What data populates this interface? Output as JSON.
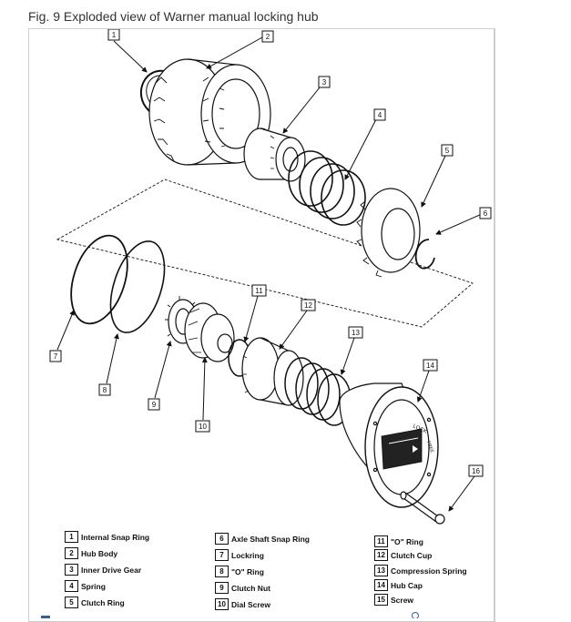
{
  "caption": "Fig. 9 Exploded view of Warner manual locking hub",
  "legend": [
    {
      "num": "1",
      "label": "Internal Snap Ring"
    },
    {
      "num": "2",
      "label": "Hub Body"
    },
    {
      "num": "3",
      "label": "Inner Drive Gear"
    },
    {
      "num": "4",
      "label": "Spring"
    },
    {
      "num": "5",
      "label": "Clutch Ring"
    },
    {
      "num": "6",
      "label": "Axle Shaft Snap Ring"
    },
    {
      "num": "7",
      "label": "Lockring"
    },
    {
      "num": "8",
      "label": "\"O\" Ring"
    },
    {
      "num": "9",
      "label": "Clutch Nut"
    },
    {
      "num": "10",
      "label": "Dial Screw"
    },
    {
      "num": "11",
      "label": "\"O\" Ring"
    },
    {
      "num": "12",
      "label": "Clutch Cup"
    },
    {
      "num": "13",
      "label": "Compression Spring"
    },
    {
      "num": "14",
      "label": "Hub Cap"
    },
    {
      "num": "15",
      "label": "Screw"
    }
  ],
  "callouts": [
    "1",
    "2",
    "3",
    "4",
    "5",
    "6",
    "7",
    "8",
    "9",
    "10",
    "11",
    "12",
    "13",
    "14",
    "16"
  ],
  "dial_text": {
    "lock": "LOCK",
    "free": "FREE"
  }
}
